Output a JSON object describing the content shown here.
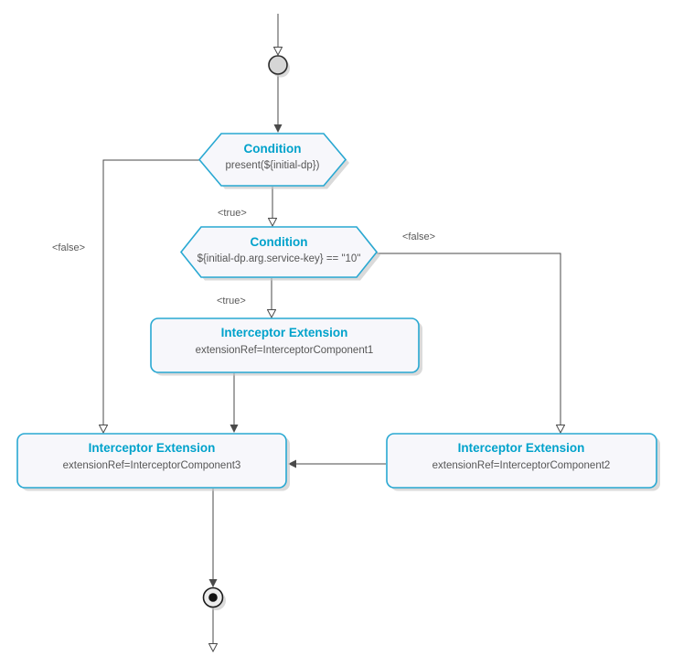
{
  "diagram": {
    "kind": "activity-flow",
    "colors": {
      "accent_border": "#28a8d2",
      "accent_title": "#00a2cb",
      "edge_line": "#4a4a4a",
      "node_fill": "#f7f7fb",
      "shadow": "#c6c6c6",
      "start_fill": "#d6d6d6",
      "end_dot": "#111111"
    },
    "nodes": {
      "start": {
        "type": "initial-node"
      },
      "condition1": {
        "title": "Condition",
        "subtitle": "present(${initial-dp})"
      },
      "condition2": {
        "title": "Condition",
        "subtitle": "${initial-dp.arg.service-key} == \"10\""
      },
      "interceptor1": {
        "title": "Interceptor Extension",
        "subtitle": "extensionRef=InterceptorComponent1"
      },
      "interceptor2": {
        "title": "Interceptor Extension",
        "subtitle": "extensionRef=InterceptorComponent2"
      },
      "interceptor3": {
        "title": "Interceptor Extension",
        "subtitle": "extensionRef=InterceptorComponent3"
      },
      "end": {
        "type": "final-node"
      }
    },
    "edge_labels": {
      "true1": "<true>",
      "true2": "<true>",
      "false_left": "<false>",
      "false_right": "<false>"
    }
  }
}
